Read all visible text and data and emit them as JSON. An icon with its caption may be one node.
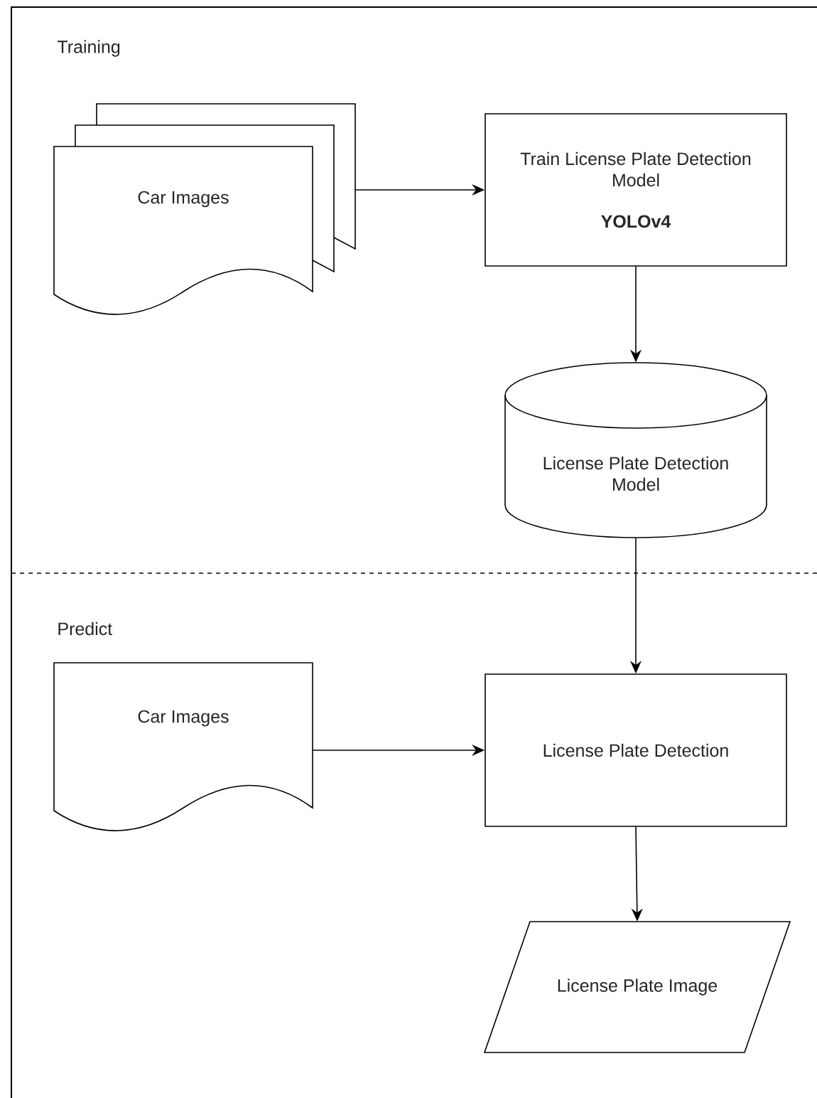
{
  "diagram": {
    "nodes": [
      {
        "text": [
          "Car Images"
        ]
      },
      {
        "text": [
          "Train License Plate Detection Model",
          "YOLOv4"
        ]
      },
      {
        "text": [
          "License Plate Detection Model"
        ]
      },
      {
        "text": [
          "Car Images"
        ]
      },
      {
        "text": [
          "License Plate Detection"
        ]
      },
      {
        "text": [
          "License Plate Image"
        ]
      }
    ],
    "edges": [
      {
        "from": 0,
        "to": 1,
        "arrow": "to"
      },
      {
        "from": 1,
        "to": 2,
        "arrow": "to"
      },
      {
        "from": 2,
        "to": 4,
        "arrow": "to"
      },
      {
        "from": 3,
        "to": 4,
        "arrow": "to"
      },
      {
        "from": 4,
        "to": 5,
        "arrow": "to"
      }
    ],
    "labels": [
      "Training",
      "Predict"
    ]
  }
}
